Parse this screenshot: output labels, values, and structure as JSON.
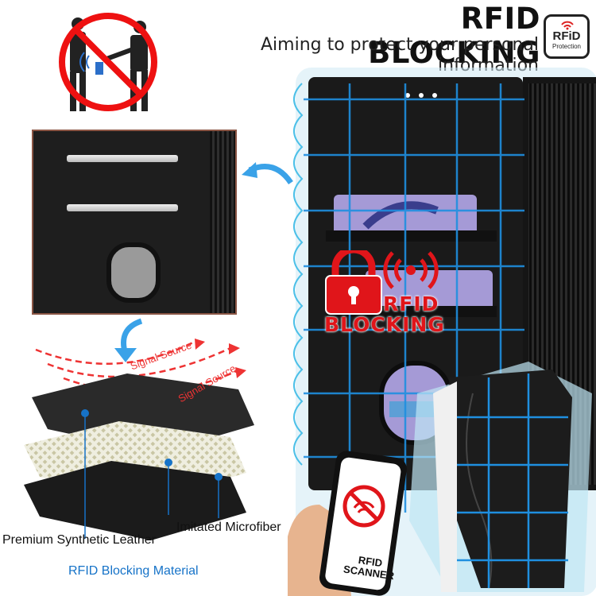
{
  "header": {
    "title": "RFID BLOCKING",
    "subtitle_line1": "Aiming to protect your personal information",
    "subtitle_line2": "from being stolen"
  },
  "badge": {
    "label": "RFiD",
    "sub": "Protection"
  },
  "overlay": {
    "line1": "RFID",
    "line2": "BLOCKING"
  },
  "layers": {
    "signal_source": "Signal Source",
    "leather": "Premium Synthetic Leather",
    "microfiber": "Imitated Microfiber",
    "material": "RFID Blocking Material"
  },
  "scanner": {
    "line1": "RFID",
    "line2": "SCANNER"
  },
  "colors": {
    "accent_blue": "#1673c8",
    "alert_red": "#e0151a"
  }
}
